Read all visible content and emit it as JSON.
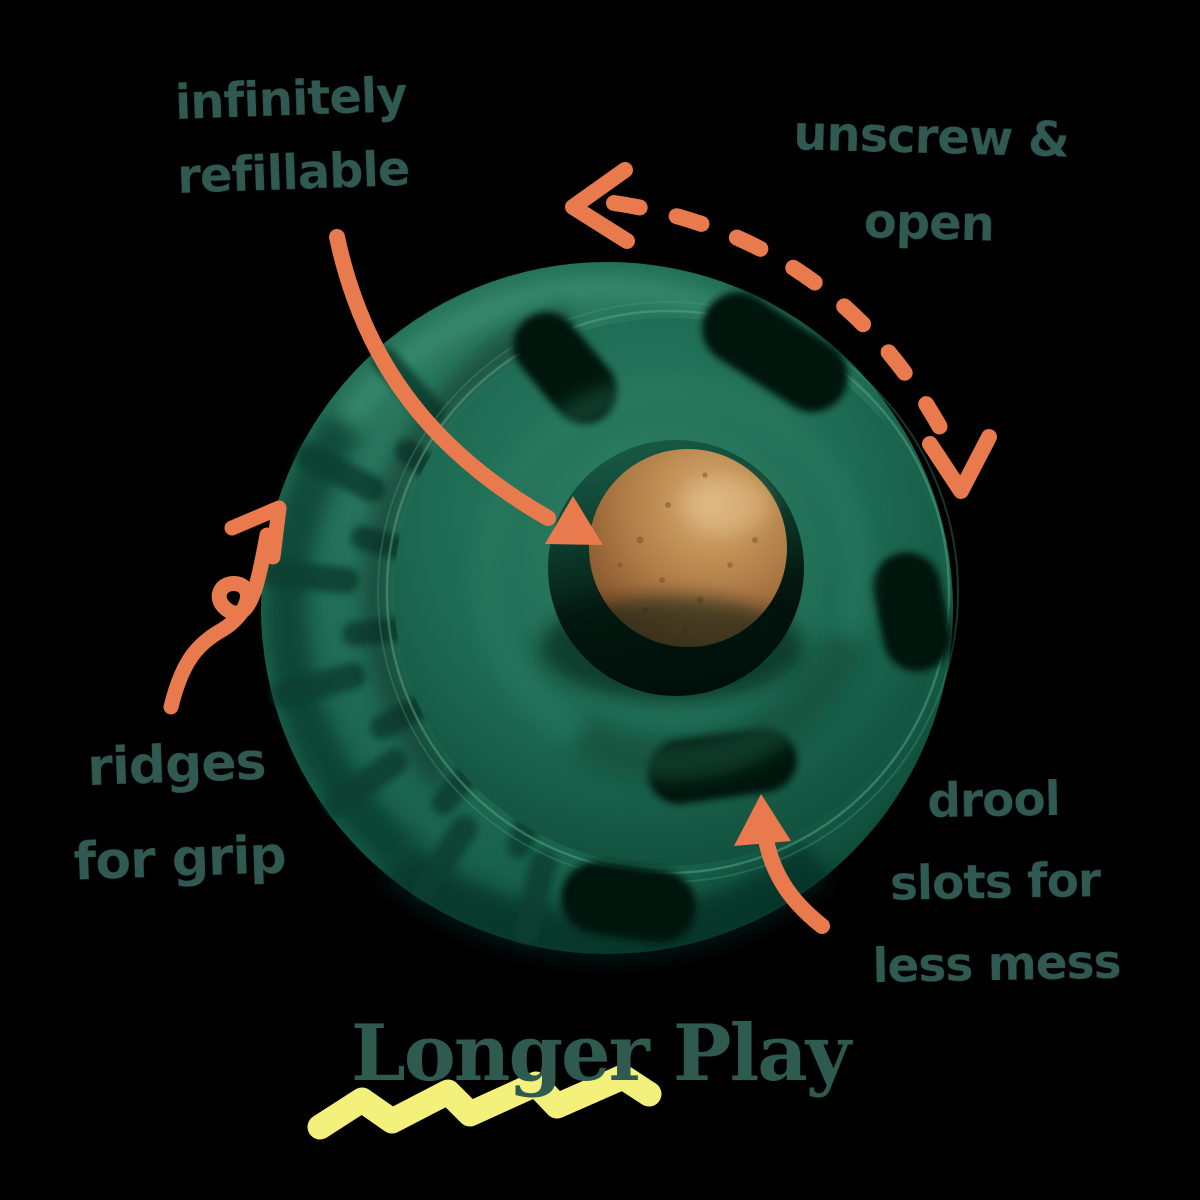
{
  "background_color": "#000000",
  "palette": {
    "teal_text": "#2f5951",
    "title_teal": "#2e5a50",
    "orange_arrow": "#e97a4d",
    "yellow_highlight": "#f3f17c",
    "ball_green": "#1e6b54",
    "ball_green_light": "#35876a",
    "ball_green_dark": "#0b3f2f",
    "slot_black": "#03130c",
    "treat_brown": "#b07c45"
  },
  "annotations": {
    "refillable": {
      "lines": [
        "infinitely",
        "refillable"
      ]
    },
    "unscrew": {
      "lines": [
        "unscrew &",
        "open"
      ]
    },
    "ridges": {
      "lines": [
        "ridges",
        "for grip"
      ]
    },
    "drool": {
      "lines": [
        "drool",
        "slots for",
        "less mess"
      ]
    }
  },
  "title": {
    "text": "Longer Play"
  },
  "illustration": {
    "ball": "green-treat-dispensing-ball",
    "treat": "brown-treat-in-center-opening",
    "arrows": [
      "arrow-to-treat",
      "dashed-unscrew-arc",
      "loop-arrow-to-ridges",
      "arrow-to-drool-slot"
    ]
  }
}
